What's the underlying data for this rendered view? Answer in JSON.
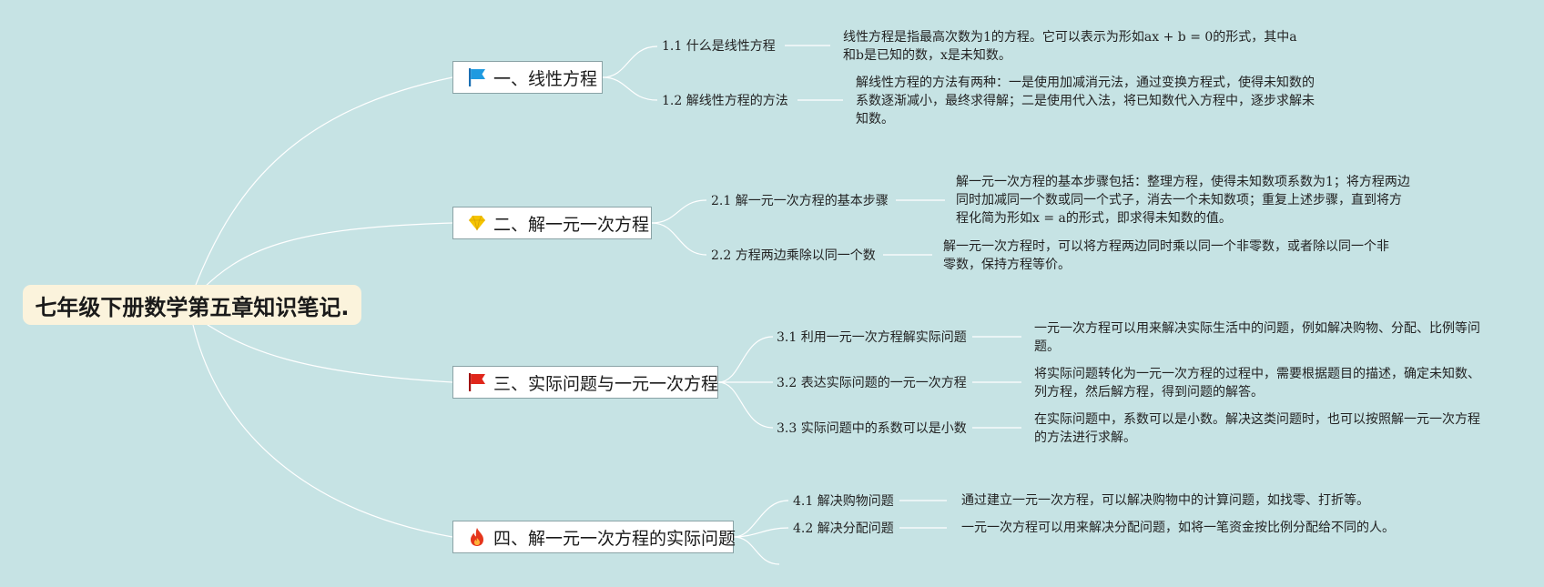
{
  "root": {
    "title": "七年级下册数学第五章知识笔记."
  },
  "branches": [
    {
      "label": "一、线性方程",
      "icon": "blue-flag-icon",
      "children": [
        {
          "label": "1.1 什么是线性方程",
          "note": "线性方程是指最高次数为1的方程。它可以表示为形如ax + b = 0的形式，其中a和b是已知的数，x是未知数。"
        },
        {
          "label": "1.2 解线性方程的方法",
          "note": "解线性方程的方法有两种：一是使用加减消元法，通过变换方程式，使得未知数的系数逐渐减小，最终求得解；二是使用代入法，将已知数代入方程中，逐步求解未知数。"
        }
      ]
    },
    {
      "label": "二、解一元一次方程",
      "icon": "yellow-diamond-icon",
      "children": [
        {
          "label": "2.1 解一元一次方程的基本步骤",
          "note": "解一元一次方程的基本步骤包括：整理方程，使得未知数项系数为1；将方程两边同时加减同一个数或同一个式子，消去一个未知数项；重复上述步骤，直到将方程化简为形如x = a的形式，即求得未知数的值。"
        },
        {
          "label": "2.2 方程两边乘除以同一个数",
          "note": "解一元一次方程时，可以将方程两边同时乘以同一个非零数，或者除以同一个非零数，保持方程等价。"
        }
      ]
    },
    {
      "label": "三、实际问题与一元一次方程",
      "icon": "red-flag-icon",
      "children": [
        {
          "label": "3.1 利用一元一次方程解实际问题",
          "note": "一元一次方程可以用来解决实际生活中的问题，例如解决购物、分配、比例等问题。"
        },
        {
          "label": "3.2 表达实际问题的一元一次方程",
          "note": "将实际问题转化为一元一次方程的过程中，需要根据题目的描述，确定未知数、列方程，然后解方程，得到问题的解答。"
        },
        {
          "label": "3.3 实际问题中的系数可以是小数",
          "note": "在实际问题中，系数可以是小数。解决这类问题时，也可以按照解一元一次方程的方法进行求解。"
        }
      ]
    },
    {
      "label": "四、解一元一次方程的实际问题",
      "icon": "fire-icon",
      "children": [
        {
          "label": "4.1 解决购物问题",
          "note": "通过建立一元一次方程，可以解决购物中的计算问题，如找零、打折等。"
        },
        {
          "label": "4.2 解决分配问题",
          "note": "一元一次方程可以用来解决分配问题，如将一笔资金按比例分配给不同的人。"
        }
      ]
    }
  ]
}
